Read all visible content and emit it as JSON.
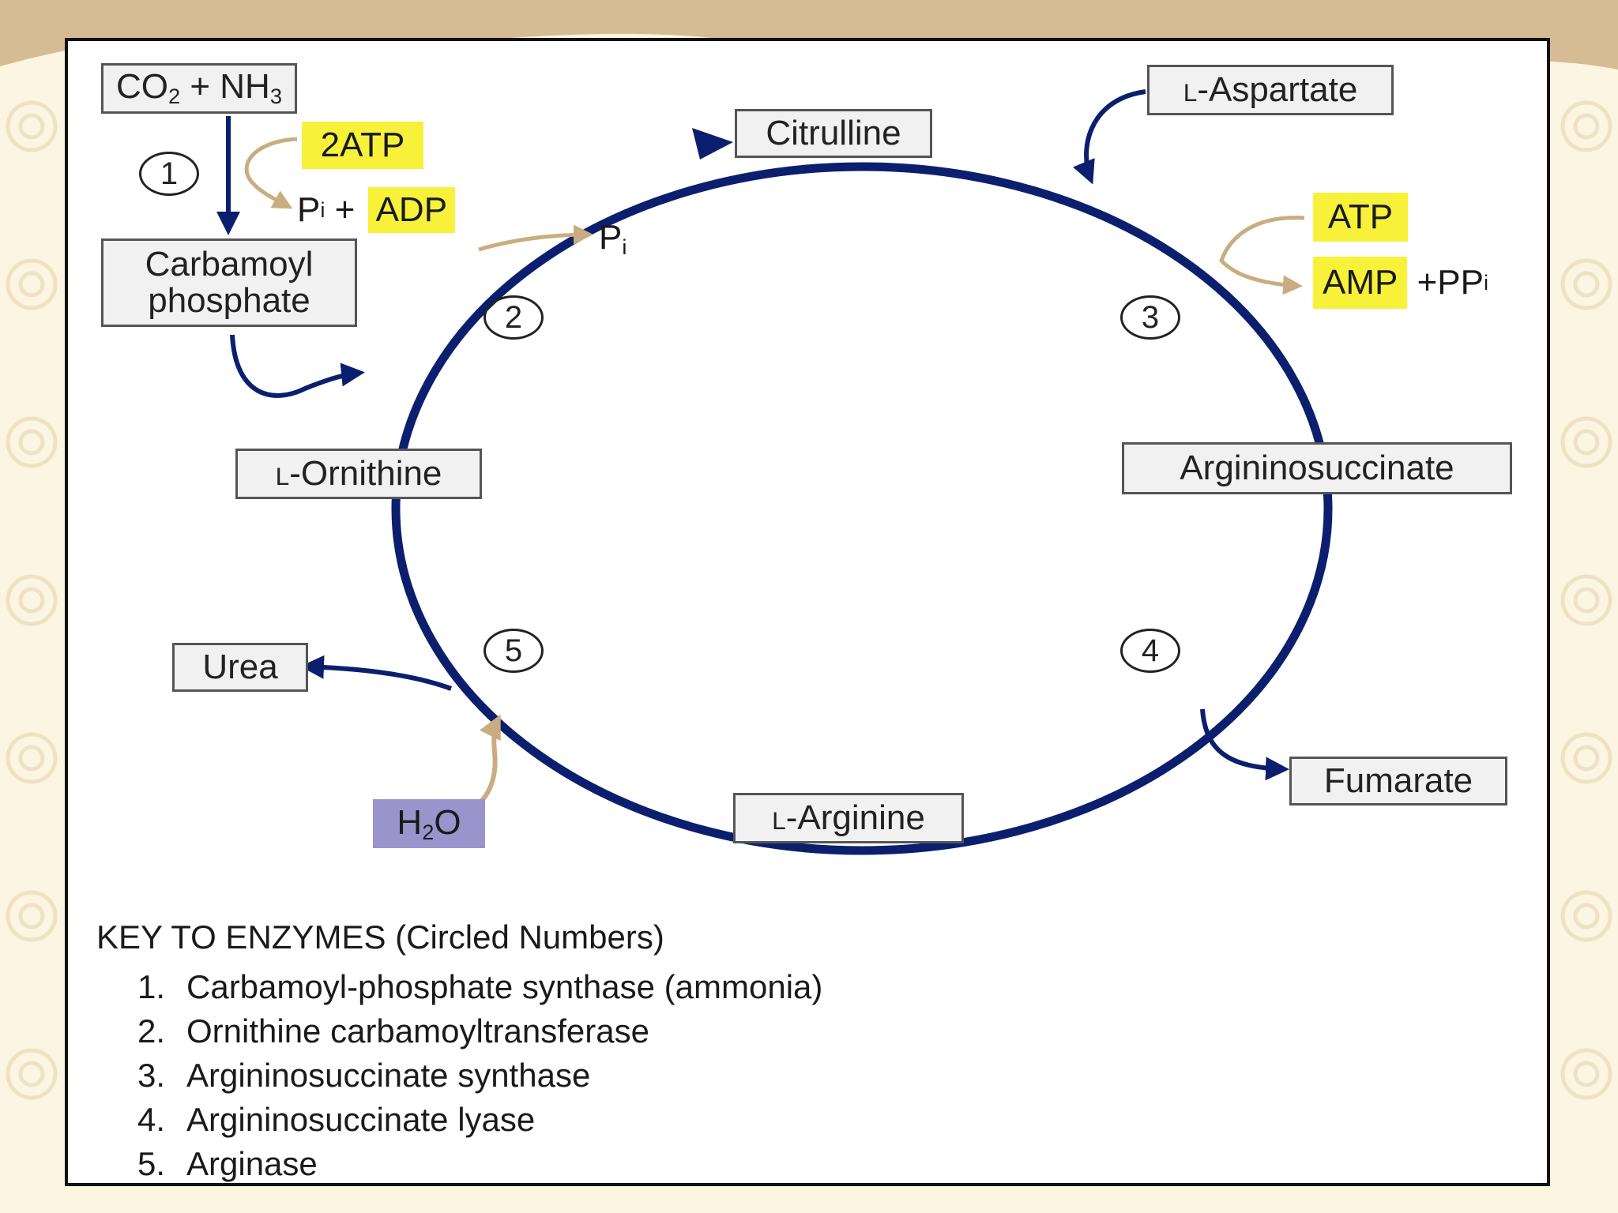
{
  "colors": {
    "slide_background": "#fbf5e2",
    "slide_band": "#c9a87a",
    "panel": "#ffffff",
    "cycle_arrow": "#0b1f6e",
    "side_arrow": "#c9ad80",
    "atp_highlight": "#f7f13a",
    "water_highlight": "#9a94cc",
    "box_fill": "#f1f1f1"
  },
  "icons": [
    "circular-cycle-arrow",
    "down-arrow",
    "curved-arrow",
    "circled-number"
  ],
  "diagram": {
    "co2_nh3": {
      "co2": "CO",
      "co2_sub": "2",
      "plus": " + NH",
      "nh3_sub": "3"
    },
    "atp_in_1": "2ATP",
    "pi_adp": {
      "p": "P",
      "sub": "i",
      "plus": " + ",
      "adp": "ADP"
    },
    "carbamoyl_phosphate": {
      "line1": "Carbamoyl",
      "line2": "phosphate"
    },
    "citrulline": "Citrulline",
    "pi_out_2": {
      "p": "P",
      "sub": "i"
    },
    "aspartate": {
      "prefix": "L",
      "name": "-Aspartate"
    },
    "atp_in_3": "ATP",
    "amp_ppi": {
      "amp": "AMP",
      "pp": " +PP",
      "sub": "i"
    },
    "argininosuccinate": "Argininosuccinate",
    "ornithine": {
      "prefix": "L",
      "name": "-Ornithine"
    },
    "urea": "Urea",
    "fumarate": "Fumarate",
    "arginine": {
      "prefix": "L",
      "name": "-Arginine"
    },
    "water": {
      "h": "H",
      "sub": "2",
      "o": "O"
    },
    "enzyme_numbers": [
      "1",
      "2",
      "3",
      "4",
      "5"
    ]
  },
  "key": {
    "title": "KEY TO ENZYMES (Circled Numbers)",
    "items": [
      {
        "num": "1.",
        "name": "Carbamoyl-phosphate synthase (ammonia)"
      },
      {
        "num": "2.",
        "name": "Ornithine carbamoyltransferase"
      },
      {
        "num": "3.",
        "name": "Argininosuccinate synthase"
      },
      {
        "num": "4.",
        "name": "Argininosuccinate lyase"
      },
      {
        "num": "5.",
        "name": "Arginase"
      }
    ]
  }
}
